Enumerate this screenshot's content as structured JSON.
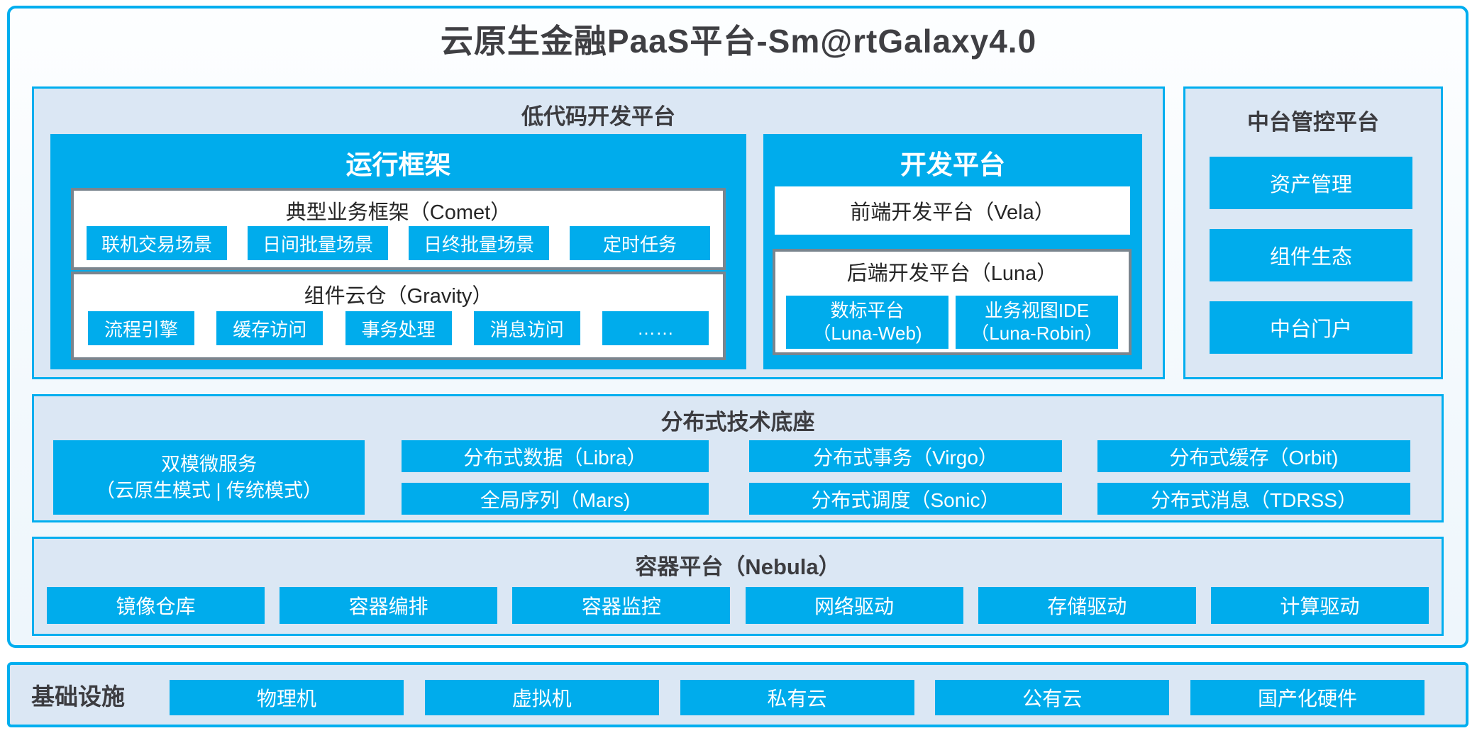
{
  "title": "云原生金融PaaS平台-Sm@rtGalaxy4.0",
  "colors": {
    "accent": "#00ACEC",
    "panel_border": "#00AEEF",
    "panel_bg": "#DBE7F4",
    "gray_border": "#7A858E",
    "title_text": "#3F3F43"
  },
  "lowcode": {
    "title": "低代码开发平台",
    "runtime": {
      "title": "运行框架",
      "comet": {
        "title": "典型业务框架（Comet）",
        "items": [
          "联机交易场景",
          "日间批量场景",
          "日终批量场景",
          "定时任务"
        ]
      },
      "gravity": {
        "title": "组件云仓（Gravity）",
        "items": [
          "流程引擎",
          "缓存访问",
          "事务处理",
          "消息访问",
          "……"
        ]
      }
    },
    "dev": {
      "title": "开发平台",
      "vela_label": "前端开发平台（Vela）",
      "luna": {
        "title": "后端开发平台（Luna）",
        "items": [
          {
            "line1": "数标平台",
            "line2": "（Luna-Web)"
          },
          {
            "line1": "业务视图IDE",
            "line2": "（Luna-Robin）"
          }
        ]
      }
    }
  },
  "midctrl": {
    "title": "中台管控平台",
    "items": [
      "资产管理",
      "组件生态",
      "中台门户"
    ]
  },
  "distrib": {
    "title": "分布式技术底座",
    "dual": {
      "line1": "双模微服务",
      "line2": "（云原生模式 | 传统模式）"
    },
    "columns": [
      [
        "分布式数据（Libra）",
        "全局序列（Mars)"
      ],
      [
        "分布式事务（Virgo）",
        "分布式调度（Sonic）"
      ],
      [
        "分布式缓存（Orbit)",
        "分布式消息（TDRSS）"
      ]
    ]
  },
  "nebula": {
    "title": "容器平台（Nebula）",
    "items": [
      "镜像仓库",
      "容器编排",
      "容器监控",
      "网络驱动",
      "存储驱动",
      "计算驱动"
    ]
  },
  "infra": {
    "title": "基础设施",
    "items": [
      "物理机",
      "虚拟机",
      "私有云",
      "公有云",
      "国产化硬件"
    ]
  }
}
